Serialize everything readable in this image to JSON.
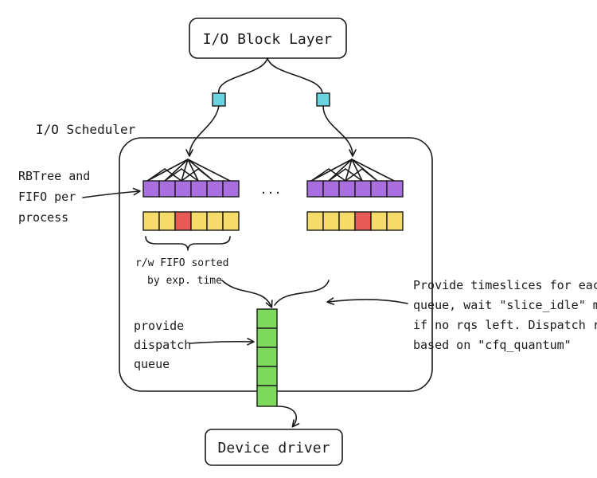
{
  "diagram": {
    "top_box": "I/O Block Layer",
    "scheduler_label": "I/O Scheduler",
    "bottom_box": "Device driver",
    "ellipsis": "...",
    "notes": {
      "rbtree": [
        "RBTree and",
        "FIFO per",
        "process"
      ],
      "fifo_sorted": [
        "r/w FIFO sorted",
        "by exp. time"
      ],
      "dispatch": [
        "provide",
        "dispatch",
        "queue"
      ],
      "timeslices": [
        "Provide timeslices for each",
        "queue, wait \"slice_idle\" ms",
        "if no rqs left. Dispatch rqs",
        "based on \"cfq_quantum\""
      ]
    },
    "colors": {
      "rbtree_cell": "#a96fe0",
      "fifo_cell": "#f5dc6a",
      "fifo_highlight": "#e85a55",
      "dispatch_cell": "#7fd95c",
      "connector": "#6ad3e0",
      "line": "#1a1a1a"
    }
  }
}
